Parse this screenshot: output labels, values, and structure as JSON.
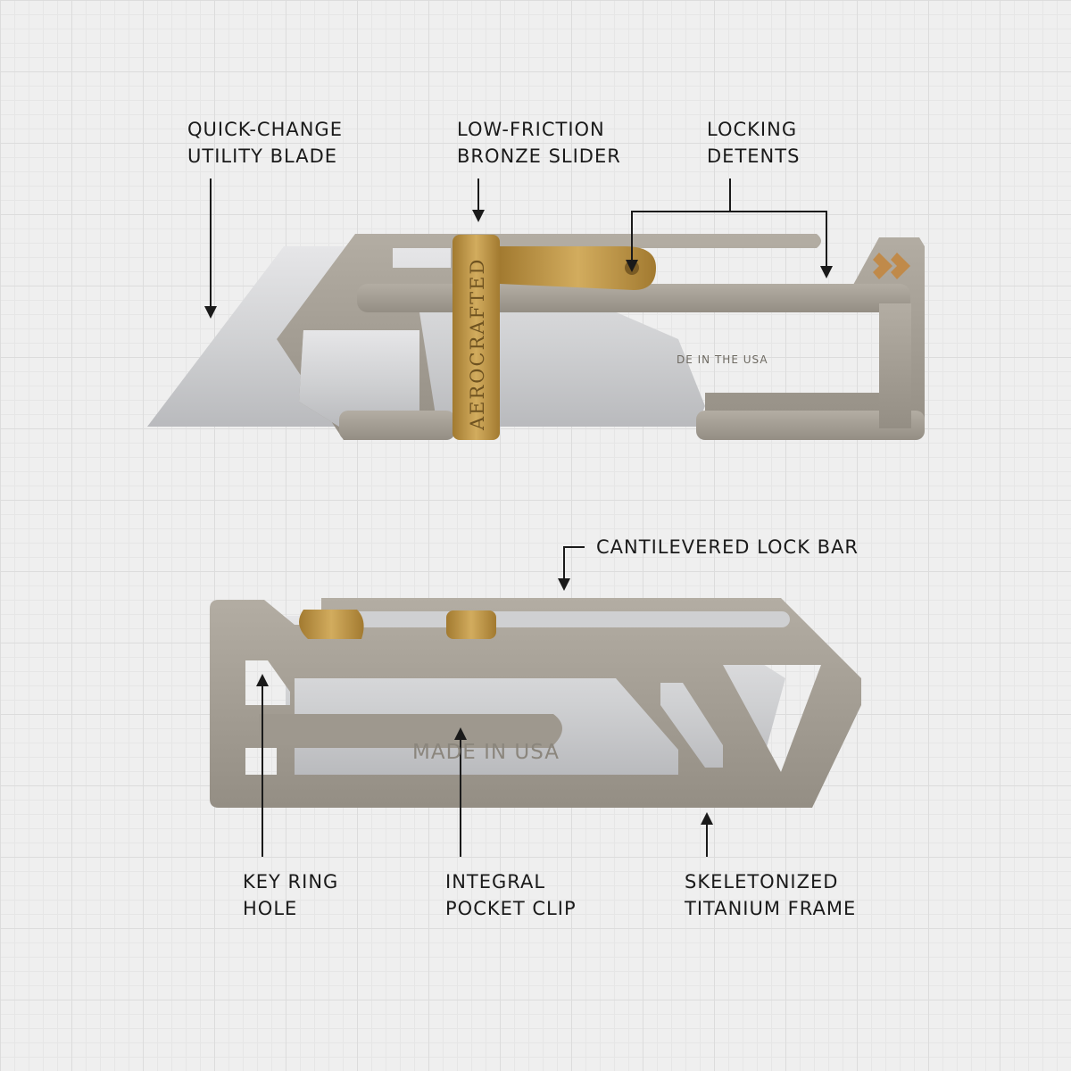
{
  "callouts": {
    "quick_change_blade": [
      "QUICK-CHANGE",
      "UTILITY BLADE"
    ],
    "bronze_slider": [
      "LOW-FRICTION",
      "BRONZE SLIDER"
    ],
    "locking_detents": [
      "LOCKING",
      "DETENTS"
    ],
    "lock_bar": [
      "CANTILEVERED LOCK BAR"
    ],
    "key_ring_hole": [
      "KEY RING",
      "HOLE"
    ],
    "pocket_clip": [
      "INTEGRAL",
      "POCKET CLIP"
    ],
    "titanium_frame": [
      "SKELETONIZED",
      "TITANIUM FRAME"
    ]
  },
  "engravings": {
    "slider_brand": "AEROCRAFTED",
    "top_made_in": "DE IN THE USA",
    "bottom_made_in": "MADE IN USA"
  },
  "colors": {
    "titanium": "#a49e94",
    "blade": "#d6d6d8",
    "bronze": "#c29a4a",
    "logo": "#c08a4a"
  }
}
